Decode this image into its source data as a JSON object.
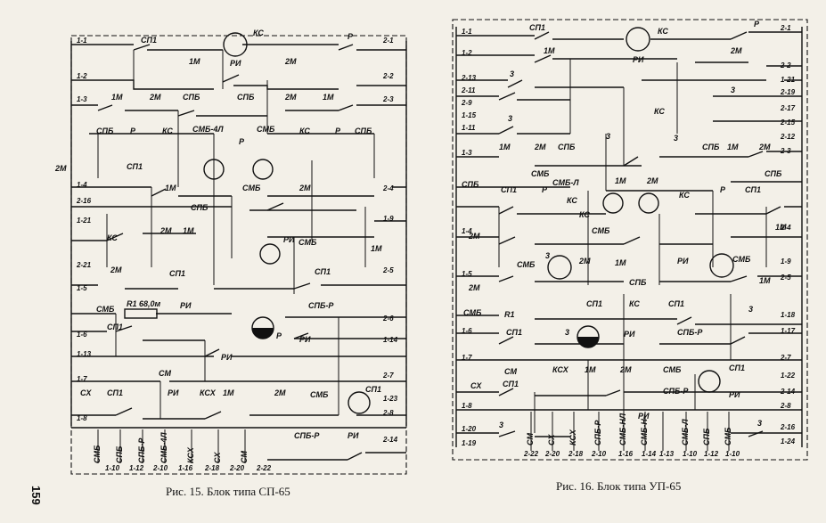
{
  "page_number": "159",
  "left": {
    "caption": "Рис. 15. Блок типа СП-65",
    "terminals_left": [
      "1-1",
      "1-2",
      "1-3",
      "1-4",
      "2-16",
      "1-21",
      "2-21",
      "1-5",
      "1-6",
      "1-13",
      "1-7",
      "1-8"
    ],
    "terminals_right": [
      "2-1",
      "2-2",
      "2-3",
      "2-4",
      "1-9",
      "2-5",
      "2-6",
      "1-14",
      "2-7",
      "1-23",
      "2-8",
      "2-14"
    ],
    "bottom_labels": [
      "СМБ",
      "СПБ",
      "СПБ-Р",
      "СМБ-4Л",
      "КСХ",
      "СХ",
      "СМ"
    ],
    "bottom_terminals": [
      "1-10",
      "1-12",
      "2-10",
      "1-16",
      "2-18",
      "2-20",
      "2-22"
    ],
    "components": [
      "КС",
      "РИ",
      "Р",
      "СП1",
      "1М",
      "2М",
      "СПБ",
      "СМБ",
      "СМБ-4Л",
      "СМБ",
      "СПБ-Р",
      "R1 68,0м",
      "СМ",
      "КСХ",
      "СХ"
    ]
  },
  "right": {
    "caption": "Рис. 16. Блок типа УП-65",
    "terminals_left": [
      "1-1",
      "1-2",
      "2-13",
      "2-11",
      "2-9",
      "1-15",
      "1-11",
      "1-3",
      "1-4",
      "1-5",
      "1-6",
      "1-7",
      "1-8",
      "1-20",
      "1-19"
    ],
    "terminals_right": [
      "2-1",
      "2-2",
      "1-21",
      "2-19",
      "2-17",
      "2-15",
      "2-12",
      "2-3",
      "2-4",
      "1-9",
      "2-5",
      "1-18",
      "1-17",
      "2-7",
      "1-22",
      "2-14",
      "2-8",
      "2-16",
      "1-24"
    ],
    "bottom_labels": [
      "СМ",
      "СХ",
      "КСХ",
      "СПБ-Р",
      "СМБ-НЛ",
      "СМБ-Н",
      "СМБ-Л",
      "СПБ",
      "СМБ"
    ],
    "bottom_terminals": [
      "2-22",
      "2-20",
      "2-18",
      "2-10",
      "1-16",
      "1-14",
      "1-13",
      "1-10",
      "1-12",
      "1-10"
    ],
    "components": [
      "КС",
      "РИ",
      "Р",
      "СП1",
      "1М",
      "2М",
      "3",
      "СПБ",
      "СМБ",
      "СМБ-Л",
      "СМБ-Л",
      "R1",
      "СПБ-Р",
      "СМ",
      "КСХ",
      "СХ"
    ]
  }
}
